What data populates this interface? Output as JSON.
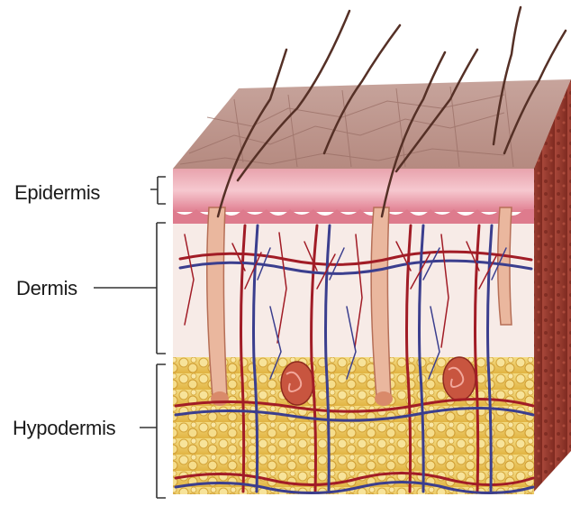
{
  "diagram": {
    "labels": {
      "epidermis": "Epidermis",
      "dermis": "Dermis",
      "hypodermis": "Hypodermis"
    },
    "colors": {
      "surface": "#c9a39a",
      "surface_cracks": "#9c6f66",
      "epidermis": "#f2b8c0",
      "epidermis_dark": "#d9788a",
      "dermis": "#f8ece8",
      "hypodermis_fat": "#f2d36b",
      "hypodermis_fat_dark": "#d9a933",
      "artery": "#a31b24",
      "vein": "#3c3f8f",
      "hair": "#5a2e22",
      "follicle": "#e9b79c",
      "side_face": "#9a3a2c",
      "bracket": "#333333"
    },
    "icons": [
      "hair-shaft-icon",
      "sweat-gland-icon",
      "blood-vessel-icon",
      "hair-follicle-icon"
    ]
  }
}
